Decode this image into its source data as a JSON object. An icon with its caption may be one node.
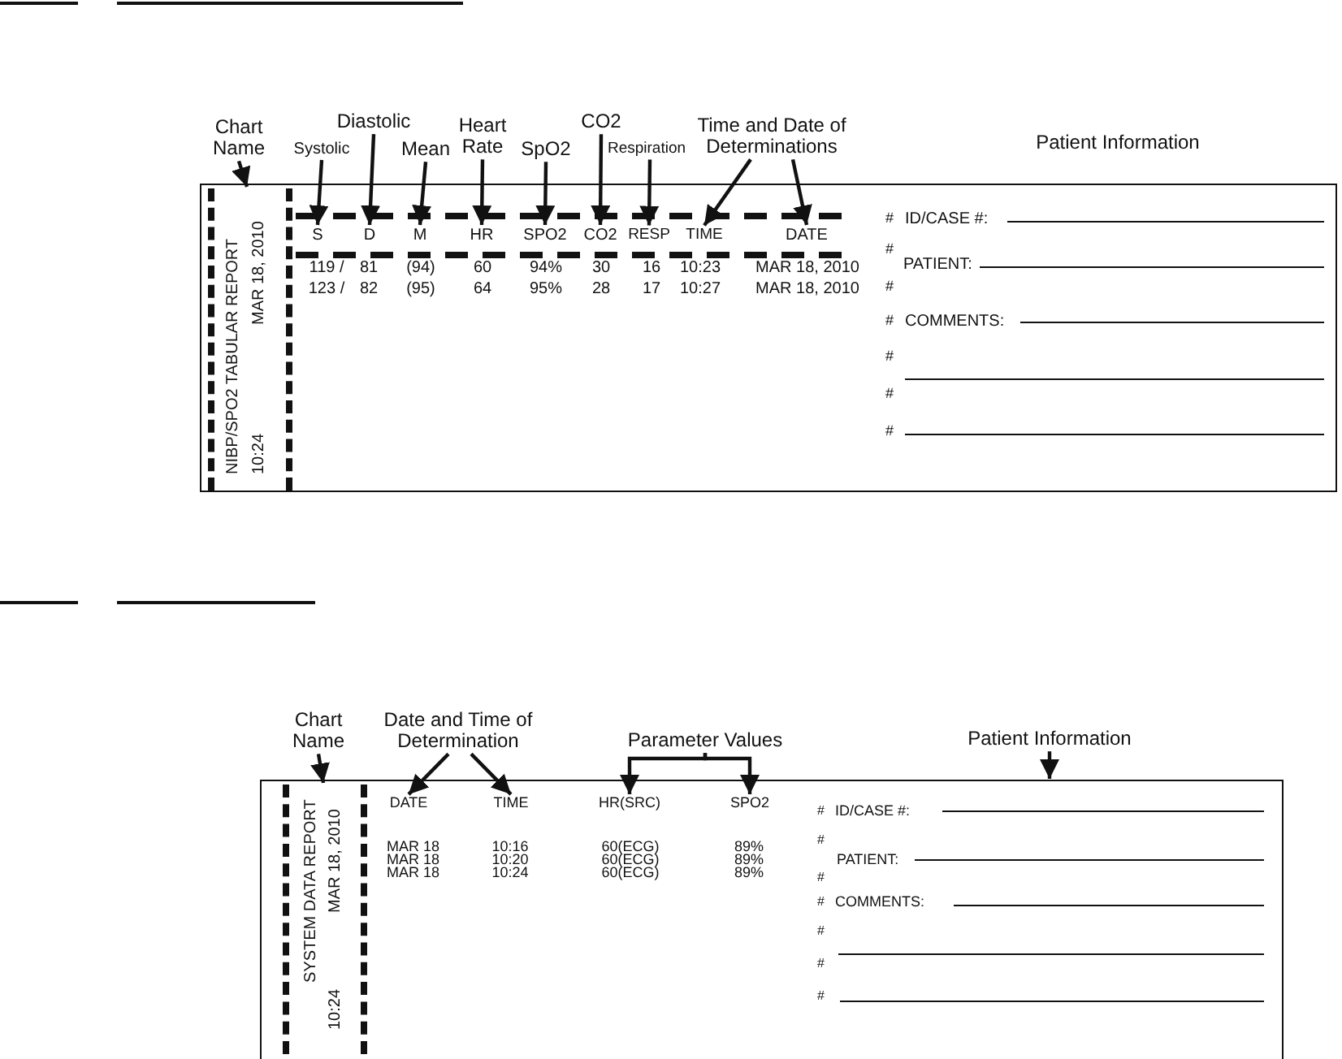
{
  "diagram": {
    "nodes": [
      {
        "text": [],
        "shape": "box"
      },
      {
        "text": [
          "NIBP/SPO2 TABULAR REPORT",
          "10:24",
          "MAR 18, 2010"
        ],
        "in": 0
      },
      {
        "text": [
          "S"
        ],
        "in": 0
      },
      {
        "text": [
          "D"
        ],
        "in": 0
      },
      {
        "text": [
          "M"
        ],
        "in": 0
      },
      {
        "text": [
          "HR"
        ],
        "in": 0
      },
      {
        "text": [
          "SPO2"
        ],
        "in": 0
      },
      {
        "text": [
          "CO2"
        ],
        "in": 0
      },
      {
        "text": [
          "RESP"
        ],
        "in": 0
      },
      {
        "text": [
          "TIME"
        ],
        "in": 0
      },
      {
        "text": [
          "DATE"
        ],
        "in": 0
      },
      {
        "text": [
          "Chart Name"
        ]
      },
      {
        "text": [
          "Systolic"
        ]
      },
      {
        "text": [
          "Diastolic"
        ]
      },
      {
        "text": [
          "Mean"
        ]
      },
      {
        "text": [
          "Heart Rate"
        ]
      },
      {
        "text": [
          "SpO2"
        ]
      },
      {
        "text": [
          "CO2"
        ]
      },
      {
        "text": [
          "Respiration"
        ]
      },
      {
        "text": [
          "Time and Date of Determinations"
        ]
      },
      {
        "text": [],
        "shape": "box"
      },
      {
        "text": [
          "SYSTEM DATA REPORT",
          "10:24",
          "MAR 18, 2010"
        ],
        "in": 20
      },
      {
        "text": [
          "DATE"
        ],
        "in": 20
      },
      {
        "text": [
          "TIME"
        ],
        "in": 20
      },
      {
        "text": [
          "HR(SRC)"
        ],
        "in": 20
      },
      {
        "text": [
          "SPO2"
        ],
        "in": 20
      },
      {
        "text": [
          "Chart Name"
        ]
      },
      {
        "text": [
          "Date and Time of Determination"
        ]
      },
      {
        "text": [
          "Parameter Values"
        ]
      },
      {
        "text": [
          "Patient Information"
        ]
      }
    ],
    "edges": [
      {
        "from": 11,
        "to": 1,
        "arrow": "to"
      },
      {
        "from": 12,
        "to": 2,
        "arrow": "to"
      },
      {
        "from": 13,
        "to": 3,
        "arrow": "to"
      },
      {
        "from": 14,
        "to": 4,
        "arrow": "to"
      },
      {
        "from": 15,
        "to": 5,
        "arrow": "to"
      },
      {
        "from": 16,
        "to": 6,
        "arrow": "to"
      },
      {
        "from": 17,
        "to": 7,
        "arrow": "to"
      },
      {
        "from": 18,
        "to": 8,
        "arrow": "to"
      },
      {
        "from": 19,
        "to": 9,
        "arrow": "to"
      },
      {
        "from": 19,
        "to": 10,
        "arrow": "to"
      },
      {
        "from": 26,
        "to": 21,
        "arrow": "to"
      },
      {
        "from": 27,
        "to": 22,
        "arrow": "to"
      },
      {
        "from": 27,
        "to": 23,
        "arrow": "to"
      },
      {
        "from": 28,
        "to": 24,
        "arrow": "to"
      },
      {
        "from": 28,
        "to": 25,
        "arrow": "to"
      },
      {
        "from": 29,
        "to": 20,
        "arrow": "to"
      }
    ],
    "labels": [
      "Patient Information",
      "119 /",
      "81",
      "(94)",
      "60",
      "94%",
      "30",
      "16",
      "10:23",
      "MAR 18, 2010",
      "123 /",
      "82",
      "(95)",
      "64",
      "95%",
      "28",
      "17",
      "10:27",
      "MAR 18, 2010",
      "#",
      "ID/CASE #:",
      "#",
      "PATIENT:",
      "#",
      "#",
      "COMMENTS:",
      "#",
      "#",
      "#",
      "MAR 18",
      "10:16",
      "60(ECG)",
      "89%",
      "MAR 18",
      "10:20",
      "60(ECG)",
      "89%",
      "MAR 18",
      "10:24",
      "60(ECG)",
      "89%",
      "#",
      "ID/CASE #:",
      "#",
      "PATIENT:",
      "#",
      "#",
      "COMMENTS:",
      "#",
      "#",
      "#"
    ]
  }
}
